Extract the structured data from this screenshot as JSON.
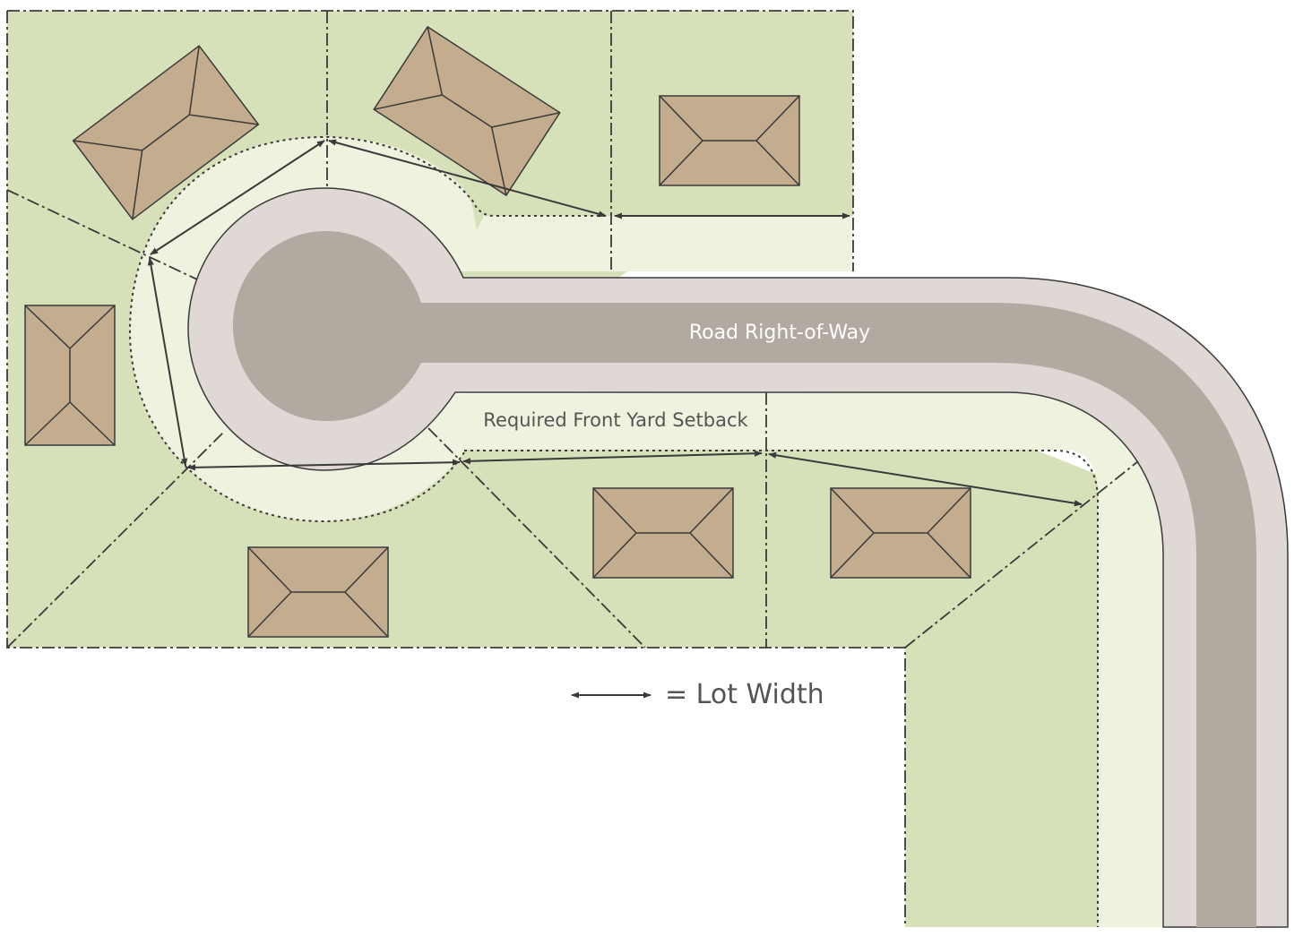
{
  "labels": {
    "road": "Road Right-of-Way",
    "setback": "Required Front Yard Setback",
    "legend": "= Lot Width"
  },
  "colors": {
    "lot": "#d7e1b9",
    "setback_zone": "#eef2de",
    "row": "#e0d8d5",
    "pavement": "#b2a9a1",
    "house": "#c4ad8f",
    "line": "#3a3a3a",
    "road_text": "#ffffff",
    "label_text": "#555555"
  },
  "icons": {
    "house": "hip-roof-house-icon",
    "lot_width": "double-arrow-icon"
  }
}
